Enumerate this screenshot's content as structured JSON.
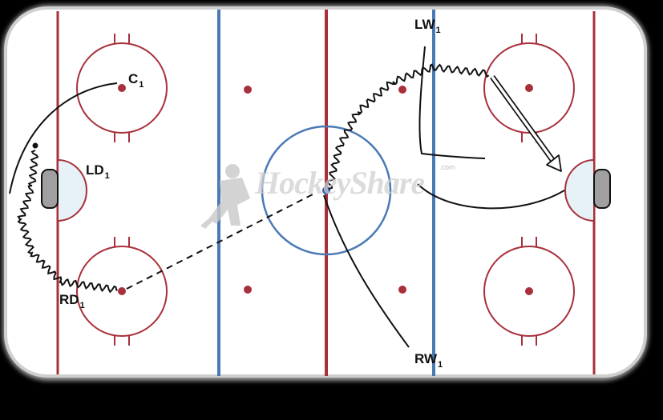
{
  "watermark": {
    "text": "HockeyShare",
    "suffix": ".com"
  },
  "players": {
    "c1": {
      "name": "C",
      "sub": "1"
    },
    "ld1": {
      "name": "LD",
      "sub": "1"
    },
    "rd1": {
      "name": "RD",
      "sub": "1"
    },
    "lw1": {
      "name": "LW",
      "sub": "1"
    },
    "rw1": {
      "name": "RW",
      "sub": "1"
    }
  },
  "colors": {
    "ice": "#ffffff",
    "boards": "#c8c8c8",
    "red_line": "#a8303a",
    "blue_line": "#4a7ab5",
    "crease": "#e6f1f8",
    "path": "#111111"
  }
}
